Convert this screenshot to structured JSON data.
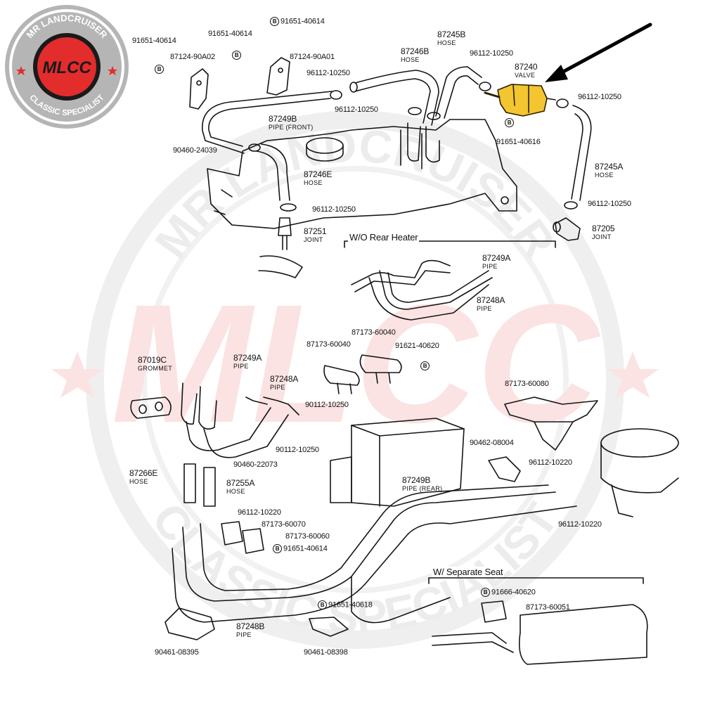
{
  "logo": {
    "top_text": "MR LANDCRUISER",
    "bottom_text": "CLASSIC SPECIALIST",
    "mark": "MLCC"
  },
  "watermark": {
    "text": "MR LANDCRUISER CLASSIC SPECIALIST",
    "mark": "MLCC"
  },
  "colors": {
    "logo_red": "#e32c2c",
    "logo_black": "#1a1a1a",
    "badge_gray": "#b5b5b5",
    "highlight_yellow": "#f2c531",
    "watermark": "#ececec",
    "watermark_red": "#fbe3e3"
  },
  "highlight": {
    "part": "87240",
    "icon": "arrow-icon"
  },
  "sections": {
    "rear_heater": "W/O  Rear Heater",
    "separate_seat": "W/ Separate Seat"
  },
  "bolt_symbol": "B",
  "labels": {
    "b_91651_40614_top": "91651-40614",
    "b_91651_40614_left": "91651-40614",
    "b_91651_40614_mid": "91651-40614",
    "p_87124_90A02": "87124-90A02",
    "p_87124_90A01": "87124-90A01",
    "c_96112_10250_a": "96112-10250",
    "c_96112_10250_b": "96112-10250",
    "c_96112_10250_c": "96112-10250",
    "c_96112_10250_d": "96112-10250",
    "c_96112_10250_e": "96112-10250",
    "c_96112_10250_f": "96112-10250",
    "p_87245B": "87245B",
    "p_87246B": "87246B",
    "p_87240": "87240",
    "p_87249B_front": "87249B",
    "t_pipe_front": "PIPE (FRONT)",
    "b_91651_40616": "91651-40616",
    "c_90460_24039": "90460-24039",
    "p_87246E": "87246E",
    "p_87245A": "87245A",
    "p_87251": "87251",
    "p_87205": "87205",
    "p_87249A_top": "87249A",
    "p_87248A_top": "87248A",
    "p_87173_60040_a": "87173-60040",
    "p_87173_60040_b": "87173-60040",
    "b_91621_40620": "91621-40620",
    "p_87019C": "87019C",
    "t_grommet": "GROMMET",
    "p_87249A_low": "87249A",
    "p_87248A_low": "87248A",
    "c_90112_10250_a": "90112-10250",
    "c_90112_10250_b": "90112-10250",
    "p_87173_60080": "87173-60080",
    "c_90462_08004": "90462-08004",
    "c_90460_22073": "90460-22073",
    "p_87266E": "87266E",
    "p_87255A": "87255A",
    "c_96112_10220_a": "96112-10220",
    "c_96112_10220_b": "96112-10220",
    "c_96112_10220_c": "96112-10220",
    "p_87249B_rear": "87249B",
    "t_pipe_rear": "PIPE (REAR)",
    "p_87173_60070": "87173-60070",
    "p_87173_60060": "87173-60060",
    "b_91651_40618": "91651-40618",
    "p_87248B": "87248B",
    "c_90461_08395": "90461-08395",
    "c_90461_08398": "90461-08398",
    "b_91666_40620": "91666-40620",
    "p_87173_60051": "87173-60051",
    "t_hose": "HOSE",
    "t_valve": "VALVE",
    "t_pipe": "PIPE",
    "t_joint": "JOINT"
  }
}
